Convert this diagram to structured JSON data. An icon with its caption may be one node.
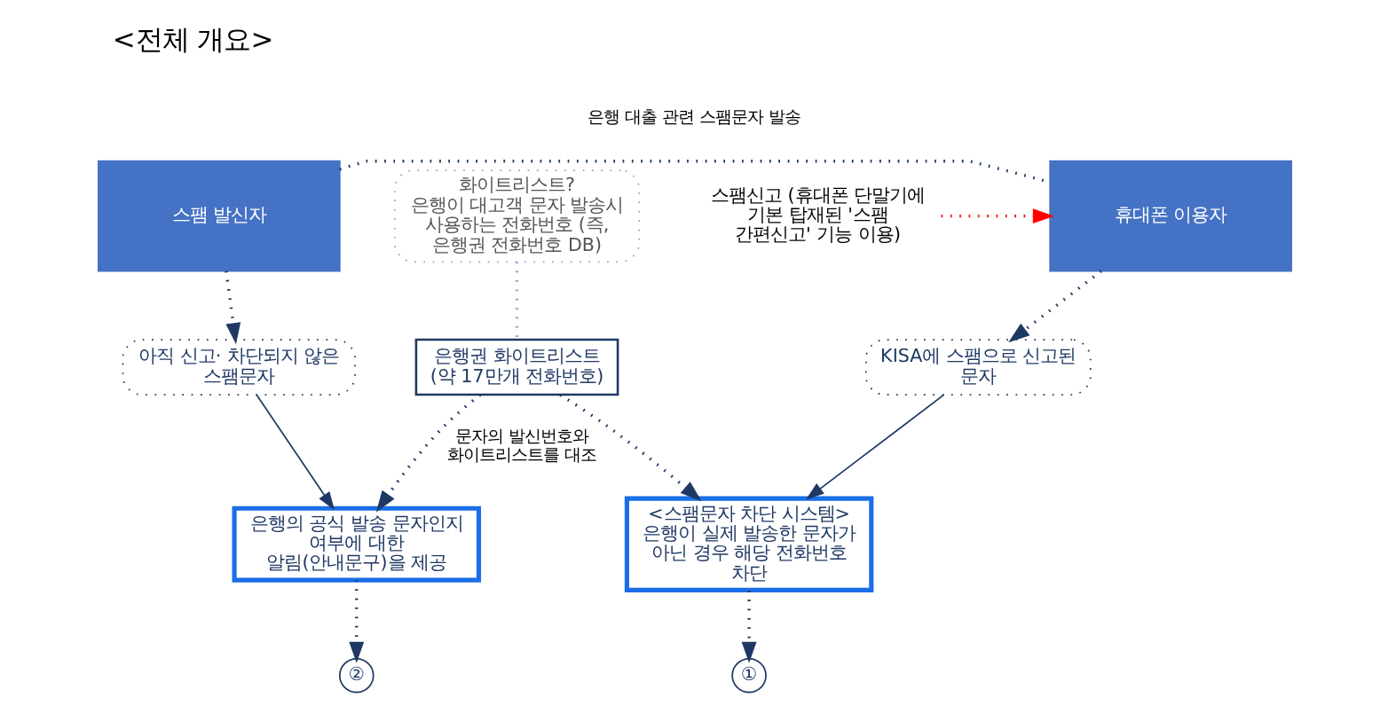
{
  "diagram": {
    "title": "<전체 개요>",
    "nodes": [
      {
        "text": [
          "스팸 발신자"
        ]
      },
      {
        "text": [
          "휴대폰 이용자"
        ]
      },
      {
        "text": [
          "아직 신고· 차단되지 않은 스팸문자"
        ]
      },
      {
        "text": [
          "KISA에 스팸으로 신고된 문자"
        ]
      },
      {
        "text": [
          "은행권 화이트리스트",
          "(약 17만개 전화번호)"
        ]
      },
      {
        "text": [
          "은행의 공식 발송 문자인지 여부에 대한 알림(안내문구)을 제공"
        ]
      },
      {
        "text": [
          "<스팸문자 차단 시스템>",
          "은행이 실제 발송한 문자가 아닌 경우 해당 전화번호 차단"
        ]
      },
      {
        "text": [
          "화이트리스트?",
          "은행이 대고객 문자 발송시 사용하는 전화번호 (즉, 은행권 전화번호 DB)"
        ]
      },
      {
        "text": [
          "②"
        ]
      },
      {
        "text": [
          "①"
        ]
      },
      {
        "text": [
          "스팸신고 (휴대폰 단말기에 기본 탑재된 '스팸 간편신고' 기능 이용)"
        ]
      }
    ],
    "edges": [
      {
        "from": 0,
        "to": 1,
        "arrow": "none",
        "style": "dashed",
        "label": "은행 대출 관련 스팸문자 발송"
      },
      {
        "from": 0,
        "to": 2,
        "arrow": "to",
        "style": "dashed"
      },
      {
        "from": 1,
        "to": 3,
        "arrow": "to",
        "style": "dashed"
      },
      {
        "from": 10,
        "to": 1,
        "arrow": "to",
        "style": "dashed",
        "color": "#ff0000"
      },
      {
        "from": 2,
        "to": 5,
        "arrow": "to"
      },
      {
        "from": 3,
        "to": 6,
        "arrow": "to"
      },
      {
        "from": 4,
        "to": 5,
        "arrow": "to",
        "style": "dashed",
        "label": "문자의 발신번호와 화이트리스트를 대조"
      },
      {
        "from": 4,
        "to": 6,
        "arrow": "to",
        "style": "dashed"
      },
      {
        "from": 7,
        "to": 4,
        "arrow": "none",
        "style": "dashed",
        "color": "#8ea3c8"
      },
      {
        "from": 5,
        "to": 8,
        "arrow": "to",
        "style": "dashed"
      },
      {
        "from": 6,
        "to": 9,
        "arrow": "to",
        "style": "dashed"
      }
    ]
  }
}
